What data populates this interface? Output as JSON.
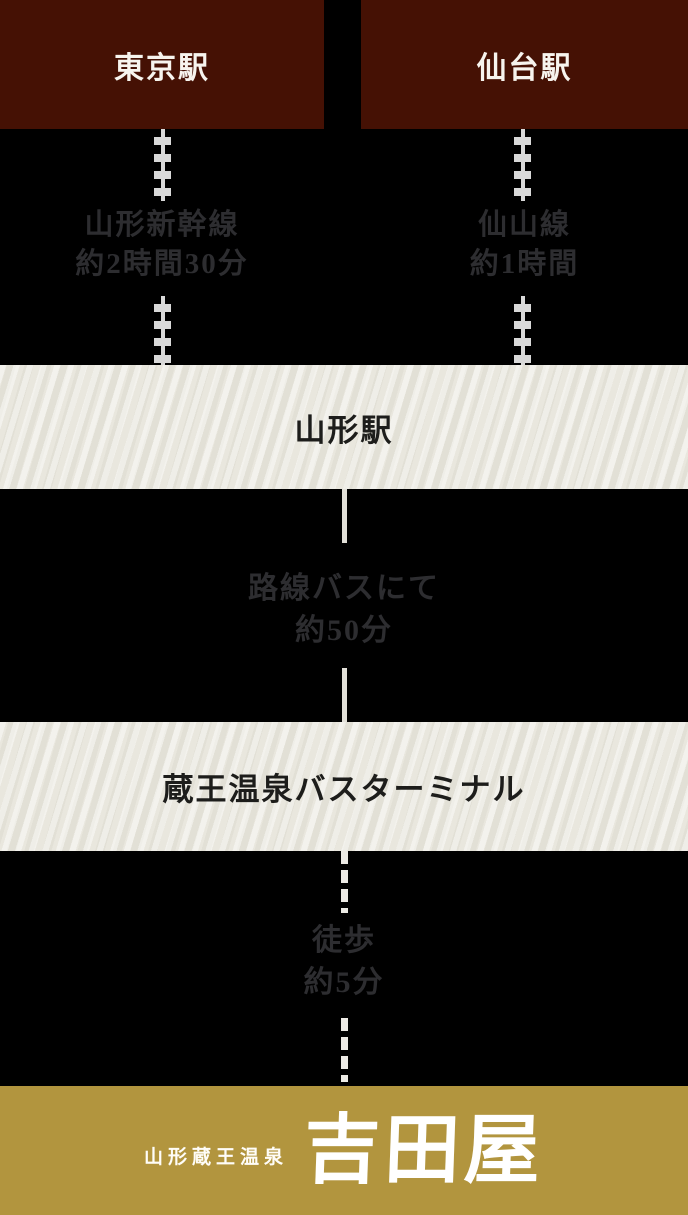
{
  "diagram": {
    "origin_stations": [
      {
        "id": "tokyo",
        "label": "東京駅"
      },
      {
        "id": "sendai",
        "label": "仙台駅"
      }
    ],
    "legs": {
      "left_rail": {
        "line_name": "山形新幹線",
        "duration": "約2時間30分"
      },
      "right_rail": {
        "line_name": "仙山線",
        "duration": "約1時間"
      },
      "bus": {
        "method": "路線バスにて",
        "duration": "約50分"
      },
      "walk": {
        "method": "徒歩",
        "duration": "約5分"
      }
    },
    "stops": {
      "yamagata_station": "山形駅",
      "bus_terminal": "蔵王温泉バスターミナル"
    },
    "footer": {
      "region": "山形蔵王温泉",
      "inn_name": "吉田屋"
    },
    "colors": {
      "background": "#000000",
      "station_box": "#451104",
      "stop_box": "#e9e7de",
      "footer_gold": "#b2953e",
      "muted_text": "#2d2d30",
      "connector_light": "#d9d9d9"
    }
  }
}
